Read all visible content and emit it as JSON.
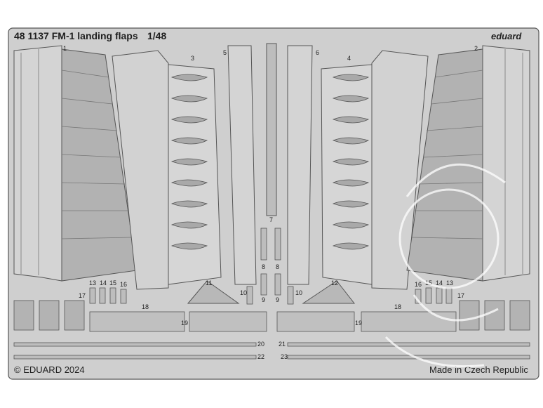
{
  "fret": {
    "title": "48 1137  FM-1 landing flaps",
    "scale": "1/48",
    "brand": "eduard",
    "copyright": "© EDUARD 2024",
    "made_in": "Made in Czech Republic",
    "part_numbers": [
      "1",
      "2",
      "3",
      "4",
      "5",
      "6",
      "7",
      "8",
      "8",
      "9",
      "9",
      "10",
      "10",
      "11",
      "12",
      "13",
      "14",
      "15",
      "16",
      "16",
      "15",
      "14",
      "13",
      "17",
      "17",
      "18",
      "18",
      "19",
      "19",
      "20",
      "21",
      "22",
      "23"
    ]
  },
  "colors": {
    "fret_fill": "#c9c9c9",
    "part_fill": "#b3b3b3",
    "outline": "#4a4a4a",
    "background": "#ffffff"
  }
}
